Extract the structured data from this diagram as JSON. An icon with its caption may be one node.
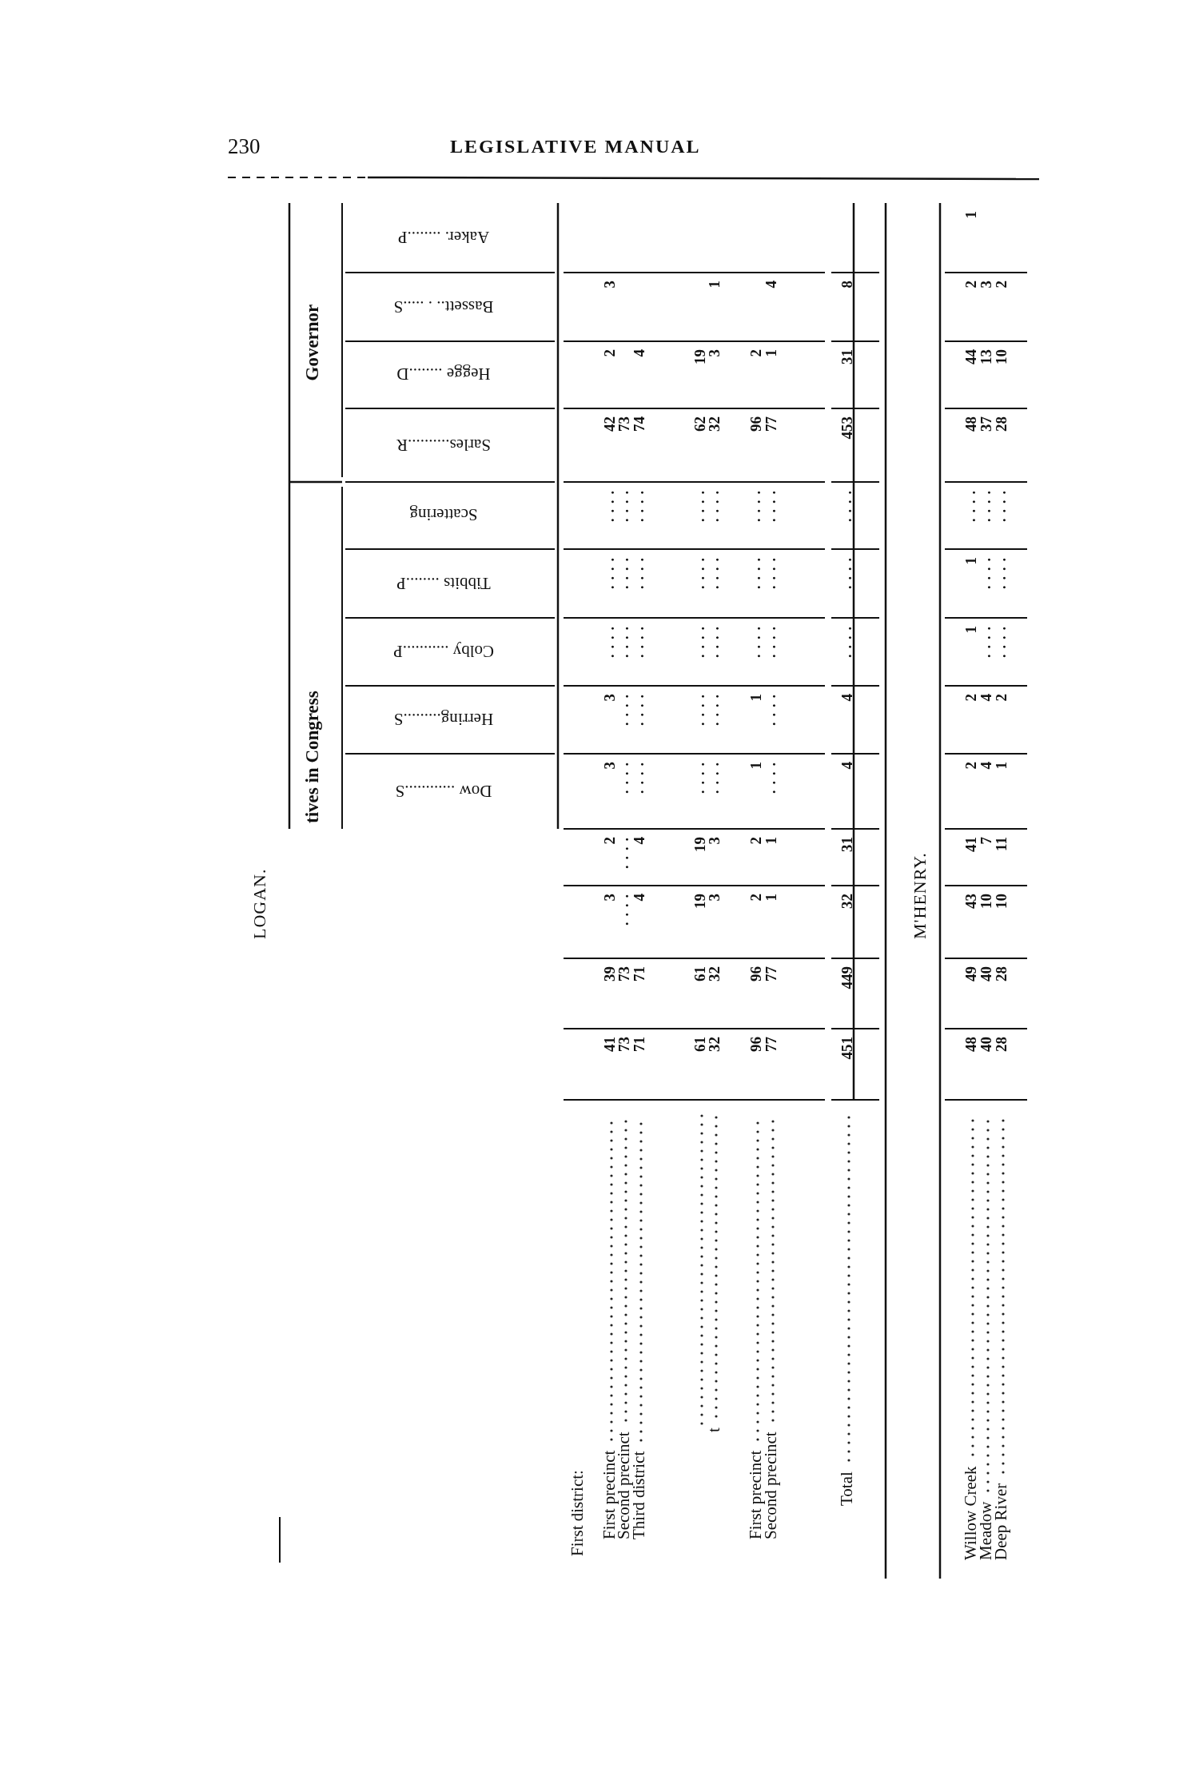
{
  "diagram": {
    "labels": [
      "230",
      "LEGISLATIVE MANUAL",
      "LOGAN.",
      "tives in Congress",
      "Governor",
      "Dow ............S",
      "Herring.........S",
      "Colby ...........P",
      "Tibbits ........P",
      "Scattering",
      "Sarles..........R",
      "Hegge ........D",
      "Bassett.. . .....S",
      "Aaker. ........P",
      "First district:",
      "First precinct",
      "41",
      "39",
      "3",
      "2",
      "3",
      "3",
      "....",
      "....",
      "....",
      "42",
      "2",
      "3",
      "Second precinct",
      "73",
      "73",
      "....",
      "....",
      "....",
      "....",
      "....",
      "....",
      "....",
      "73",
      "Third district",
      "71",
      "71",
      "4",
      "4",
      "....",
      "....",
      "....",
      "....",
      "....",
      "74",
      "4",
      "61",
      "61",
      "19",
      "19",
      "....",
      "....",
      "....",
      "....",
      "....",
      "62",
      "19",
      "t",
      "32",
      "32",
      "3",
      "3",
      "....",
      "....",
      "....",
      "....",
      "....",
      "32",
      "3",
      "1",
      "First precinct",
      "96",
      "96",
      "2",
      "2",
      "1",
      "1",
      "....",
      "....",
      "....",
      "96",
      "2",
      "Second precinct",
      "77",
      "77",
      "1",
      "1",
      "....",
      "....",
      "....",
      "....",
      "....",
      "77",
      "1",
      "4",
      "Total",
      "451",
      "449",
      "32",
      "31",
      "4",
      "4",
      "....",
      "....",
      "....",
      "453",
      "31",
      "8",
      "M'HENRY.",
      "Willow Creek",
      "48",
      "49",
      "43",
      "41",
      "2",
      "2",
      "1",
      "1",
      "....",
      "48",
      "44",
      "2",
      "1",
      "Meadow",
      "40",
      "40",
      "10",
      "7",
      "4",
      "4",
      "....",
      "....",
      "....",
      "37",
      "13",
      "3",
      "Deep River",
      "28",
      "28",
      "10",
      "11",
      "1",
      "2",
      "....",
      "....",
      "....",
      "28",
      "10",
      "2"
    ]
  }
}
